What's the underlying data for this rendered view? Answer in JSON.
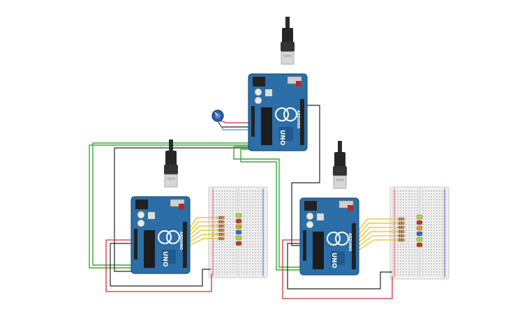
{
  "board_model": "UNO",
  "board_logo": "ARDUINO",
  "colors": {
    "board": "#2b6ea8",
    "board_dark": "#1f5a8c",
    "wire_red": "#d32f2f",
    "wire_black": "#222222",
    "wire_green": "#3aa83a",
    "wire_yellow": "#e3c21a",
    "wire_blue": "#4a90c4",
    "breadboard": "#efefef",
    "potentiometer": "#2b5fae"
  },
  "led_colors": [
    "#a8d83a",
    "#c23a1e",
    "#e0a020",
    "#2e6fc0",
    "#a8d83a",
    "#c23a1e"
  ],
  "components": {
    "boards": 3,
    "breadboards": 2,
    "potentiometers": 1,
    "usb_cables": 3
  }
}
